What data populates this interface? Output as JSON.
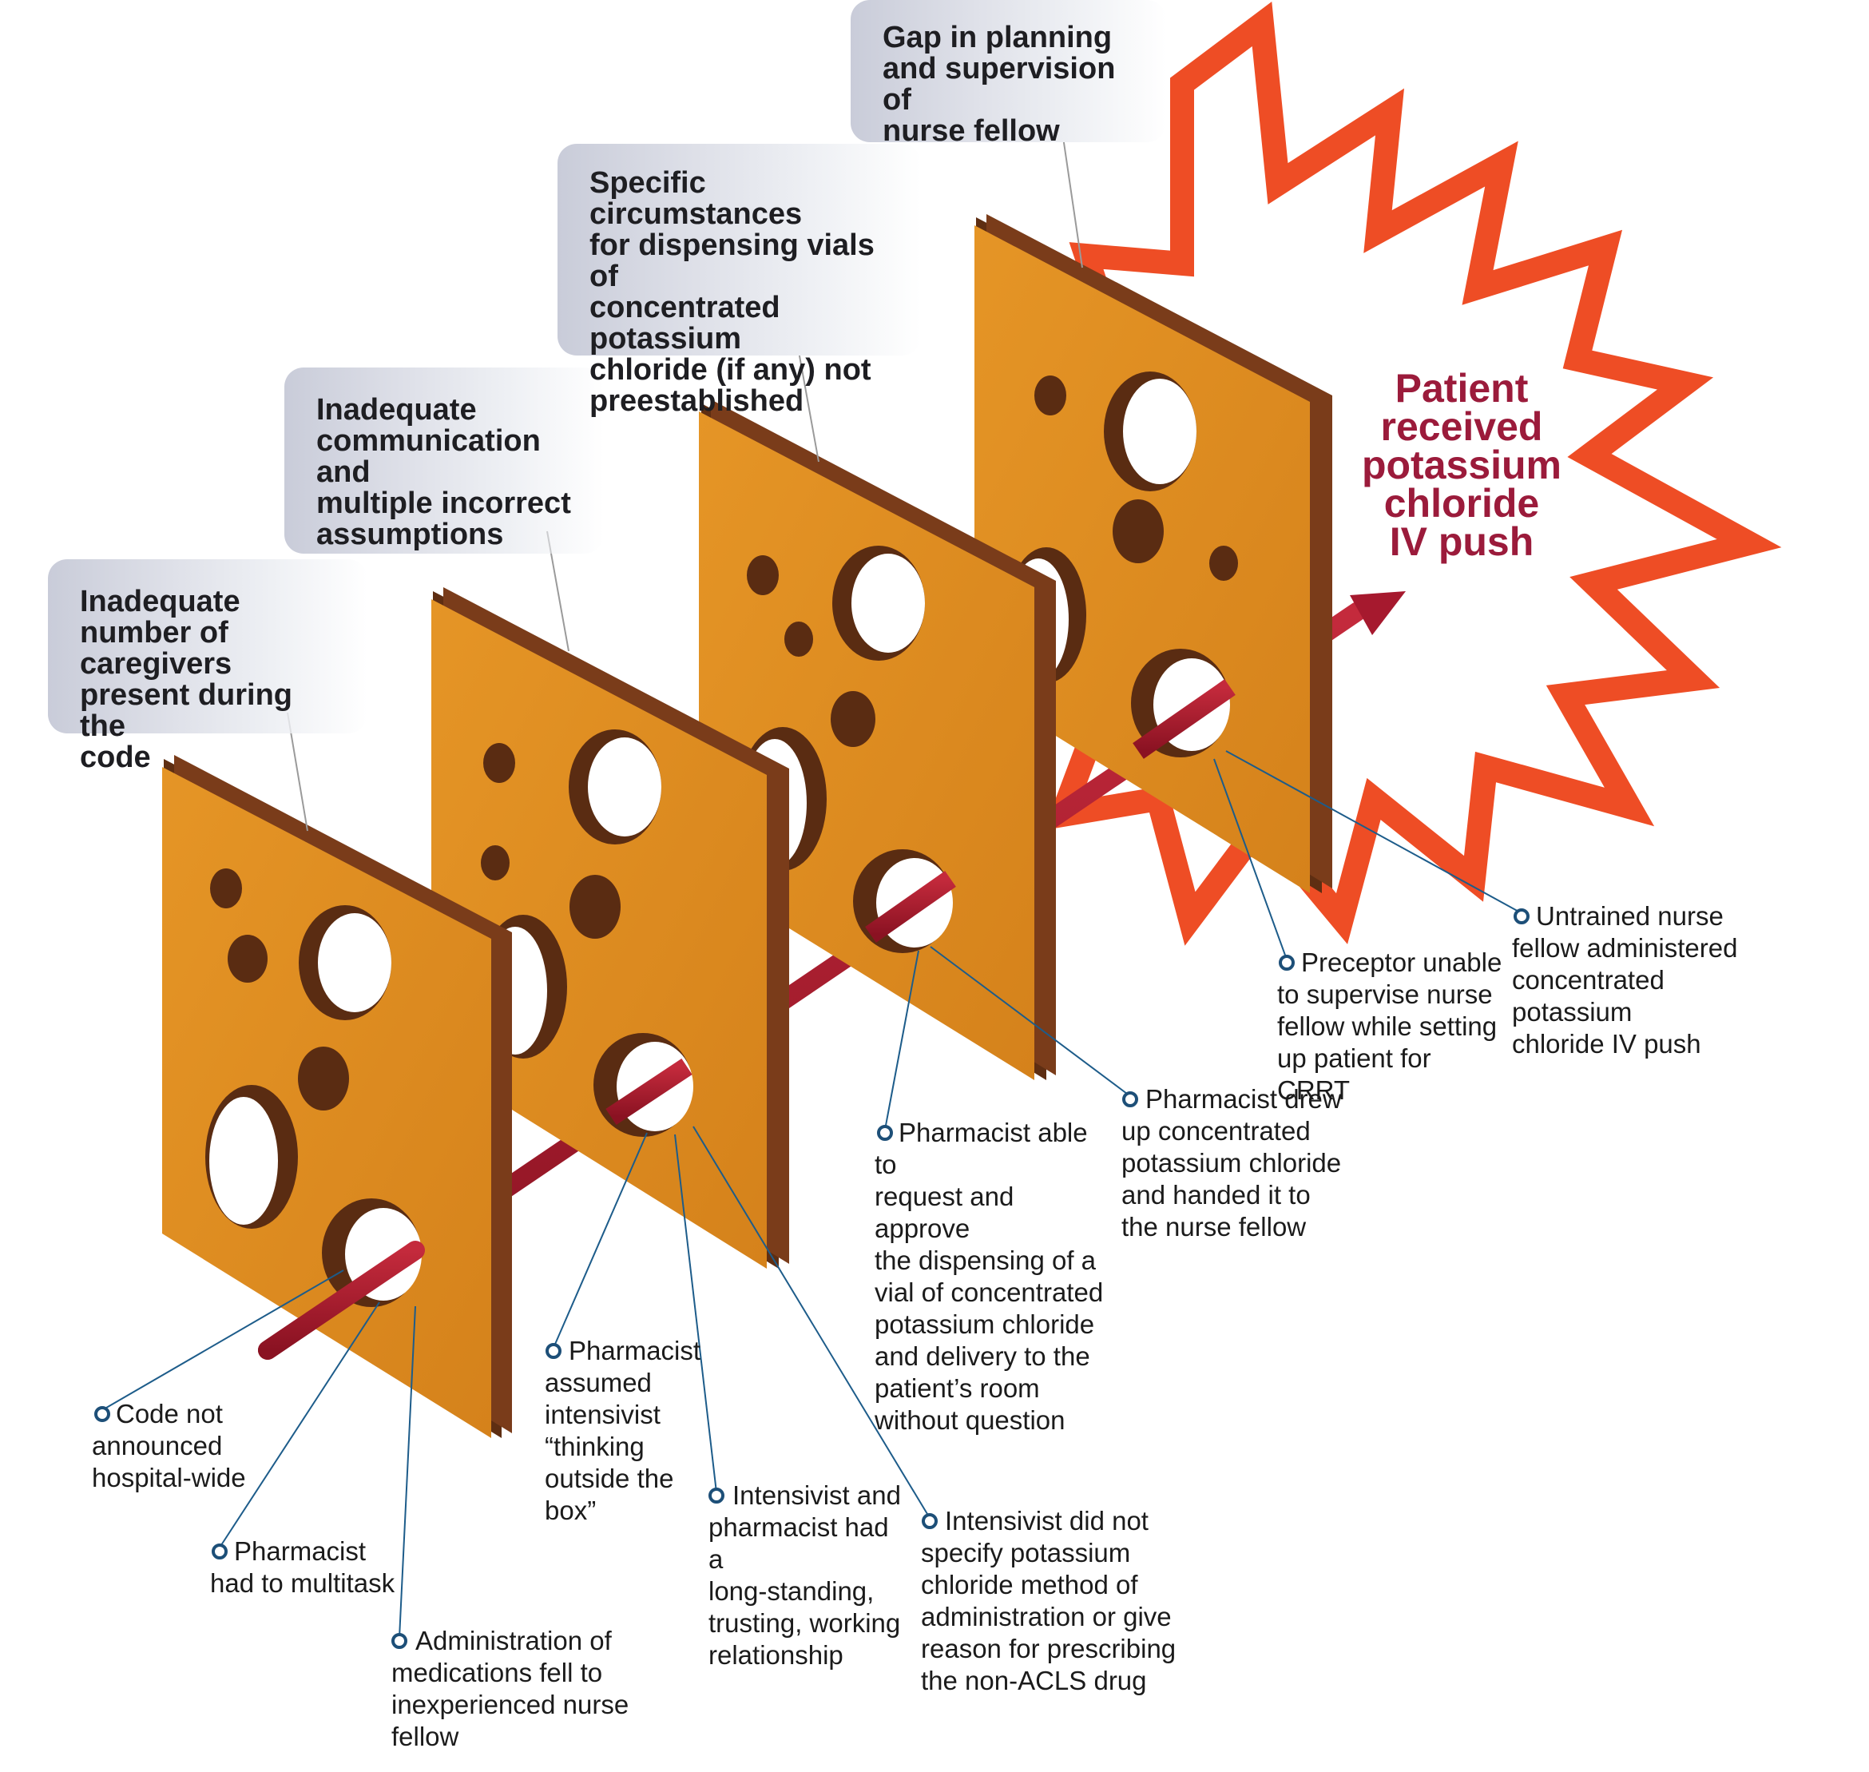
{
  "colors": {
    "slice_face": "#db8a1f",
    "slice_edge": "#6a3518",
    "hole_rim": "#5a2c12",
    "arrow": "#a6192e",
    "starburst": "#ee4d25",
    "outcome_text": "#9b1b3b",
    "callout_bg": "#d6d8e2",
    "leader": "#1d5c8a",
    "bullet": "#1d4f78"
  },
  "latent_conditions": [
    {
      "label": "Inadequate\nnumber of caregivers\npresent during the\ncode"
    },
    {
      "label": "Inadequate\ncommunication and\nmultiple incorrect\nassumptions"
    },
    {
      "label": "Specific circumstances\nfor dispensing vials of\nconcentrated potassium\nchloride (if any) not\npreestablished"
    },
    {
      "label": "Gap in planning\nand supervision of\nnurse fellow"
    }
  ],
  "active_failures": [
    {
      "label": "Code not\nannounced\nhospital-wide"
    },
    {
      "label": "Pharmacist\nhad to multitask"
    },
    {
      "label": "Administration of\nmedications fell to\ninexperienced nurse\nfellow"
    },
    {
      "label": "Pharmacist\nassumed\nintensivist\n“thinking\noutside the\nbox”"
    },
    {
      "label": "Intensivist and\npharmacist had a\nlong-standing,\ntrusting, working\nrelationship"
    },
    {
      "label": "Intensivist did not\nspecify potassium\nchloride method of\nadministration or give\nreason for prescribing\nthe non-ACLS drug"
    },
    {
      "label": "Pharmacist able to\nrequest and approve\nthe dispensing of a\nvial of concentrated\npotassium chloride\nand delivery to the\npatient’s room\nwithout question"
    },
    {
      "label": "Pharmacist drew\nup concentrated\npotassium chloride\nand handed it to\nthe nurse fellow"
    },
    {
      "label": "Preceptor unable\nto supervise nurse\nfellow while setting\nup patient for CRRT"
    },
    {
      "label": "Untrained nurse\nfellow administered\nconcentrated potassium\nchloride IV push"
    }
  ],
  "outcome": {
    "label": "Patient\nreceived\npotassium\nchloride\nIV push",
    "icon": "starburst-icon"
  }
}
